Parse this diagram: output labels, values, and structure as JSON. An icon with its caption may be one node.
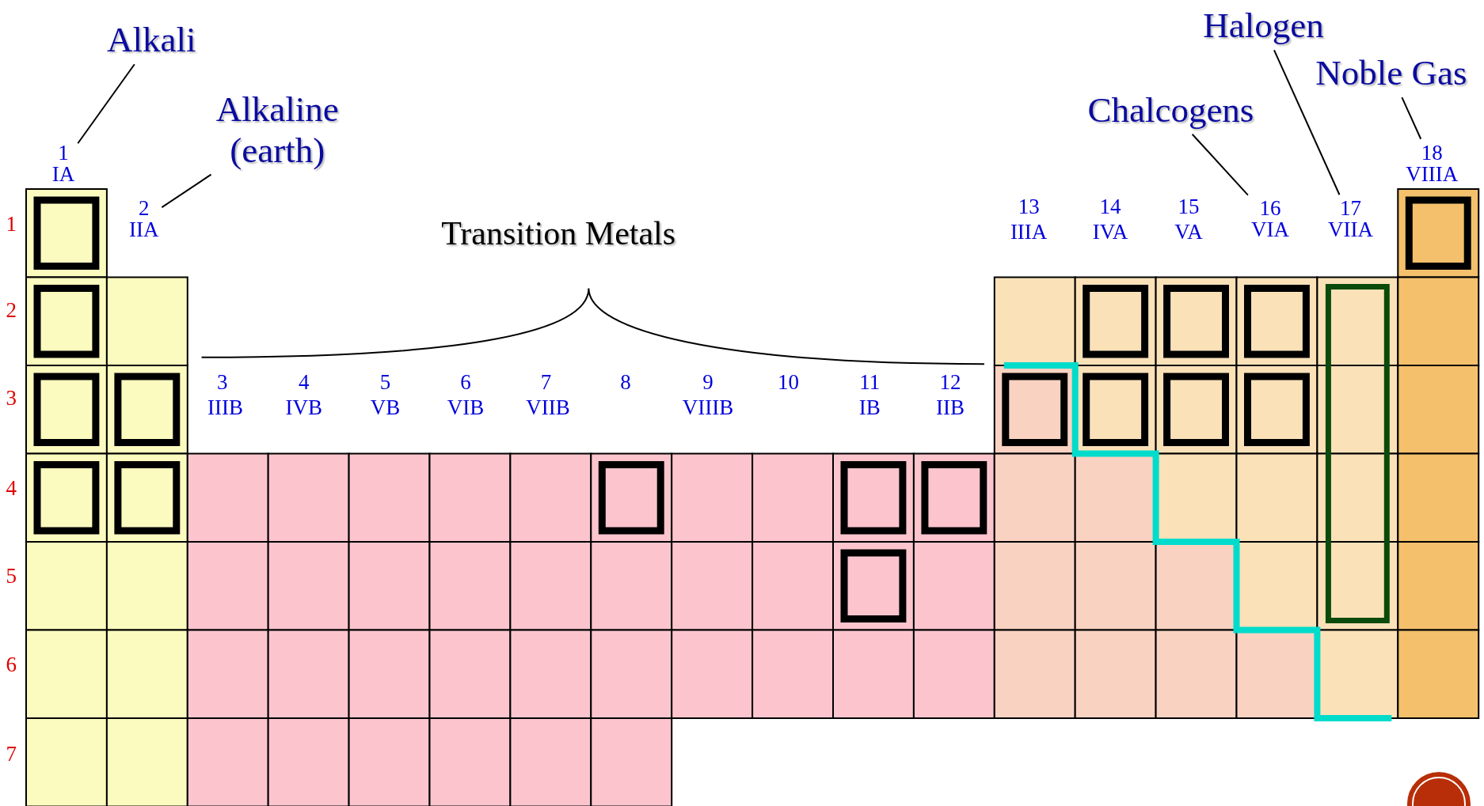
{
  "diagram": {
    "nodes": [
      {
        "text": [
          "Alkali"
        ]
      },
      {
        "text": [
          "1",
          "IA"
        ]
      },
      {
        "text": [
          "Alkaline (earth)"
        ]
      },
      {
        "text": [
          "2",
          "IIA"
        ]
      },
      {
        "text": [
          "Chalcogens"
        ]
      },
      {
        "text": [
          "16",
          "VIA"
        ]
      },
      {
        "text": [
          "Halogen"
        ]
      },
      {
        "text": [
          "17",
          "VIIA"
        ]
      },
      {
        "text": [
          "Noble Gas"
        ]
      },
      {
        "text": [
          "18",
          "VIIIA"
        ]
      }
    ],
    "edges": [
      {
        "from": 0,
        "to": 1,
        "arrow": "none"
      },
      {
        "from": 2,
        "to": 3,
        "arrow": "none"
      },
      {
        "from": 4,
        "to": 5,
        "arrow": "none"
      },
      {
        "from": 6,
        "to": 7,
        "arrow": "none"
      },
      {
        "from": 8,
        "to": 9,
        "arrow": "none"
      }
    ],
    "labels": [
      "Transition Metals",
      "13",
      "IIIA",
      "14",
      "IVA",
      "15",
      "VA",
      "1",
      "3",
      "IIIB",
      "4",
      "IVB",
      "5",
      "VB",
      "6",
      "VIB",
      "7",
      "VIIB",
      "8",
      "9",
      "VIIIB",
      "10",
      "11",
      "IB",
      "12",
      "IIB",
      "2",
      "3",
      "4",
      "5",
      "6",
      "7"
    ]
  }
}
